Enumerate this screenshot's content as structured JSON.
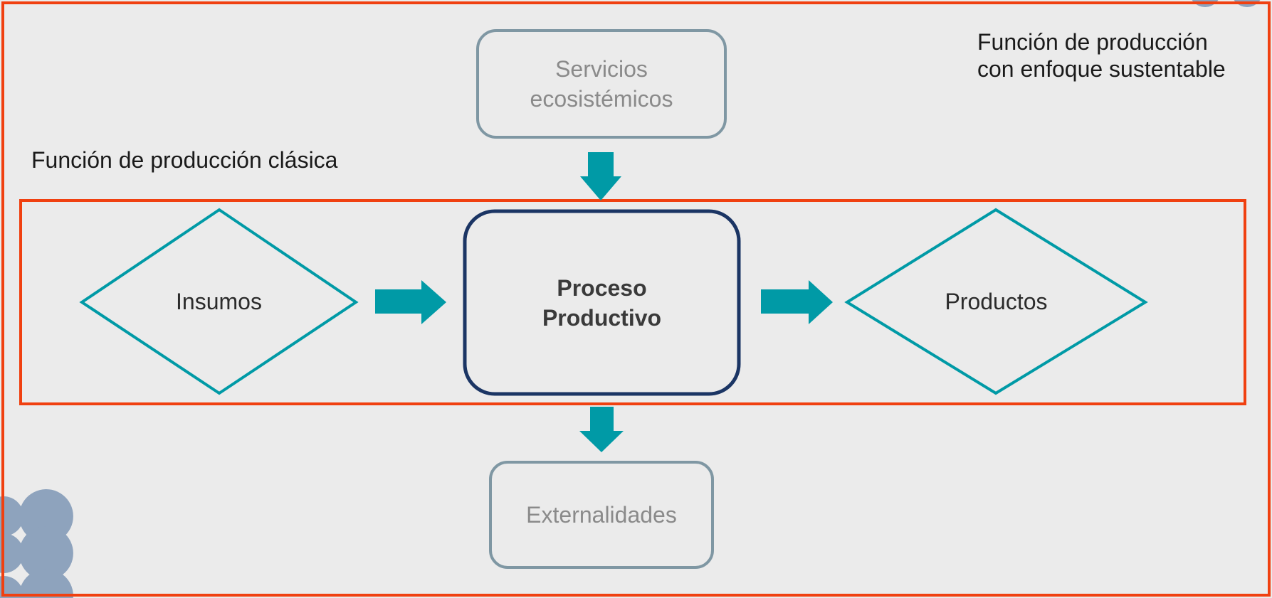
{
  "outer_frame": {
    "title": "Función de producción\ncon enfoque sustentable"
  },
  "inner_frame": {
    "title": "Función de producción clásica"
  },
  "nodes": {
    "servicios": "Servicios\necosistémicos",
    "insumos": "Insumos",
    "proceso": "Proceso\nProductivo",
    "productos": "Productos",
    "externalidades": "Externalidades"
  },
  "colors": {
    "frame": "#f04010",
    "teal": "#009aa6",
    "gray_box": "#7f97a3",
    "process_border": "#1b3564",
    "decor": "#8ea3bd"
  }
}
